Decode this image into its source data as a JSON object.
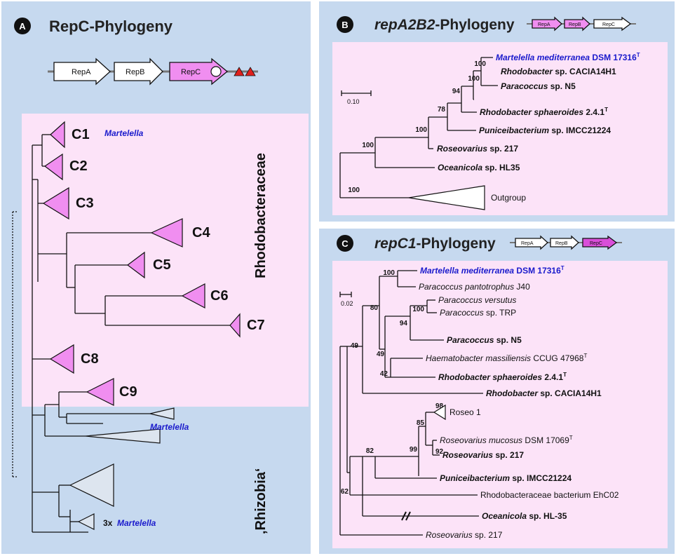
{
  "panelA": {
    "letter": "A",
    "title": "RepC-Phylogeny",
    "genes": [
      "RepA",
      "RepB",
      "RepC"
    ],
    "clades": [
      "C1",
      "C2",
      "C3",
      "C4",
      "C5",
      "C6",
      "C7",
      "C8",
      "C9"
    ],
    "group_label": "Rhodobacteraceae",
    "rhizobia_label": "‚Rhizobia‘",
    "martelella": "Martelella",
    "martelella_3x_prefix": "3x",
    "colors": {
      "pink_clade": "#f08ef0",
      "pink_bg": "#fce3f8",
      "blue_bg": "#c6d9ef",
      "label_blue": "#1a1acc"
    }
  },
  "panelB": {
    "letter": "B",
    "title_italic": "repA2B2",
    "title_rest": "-Phylogeny",
    "genes": [
      "RepA",
      "RepB",
      "RepC"
    ],
    "scale": "0.10",
    "taxa": [
      {
        "genus": "Martelella mediterranea",
        "rest": " DSM 17316",
        "sup": "T",
        "blue": true
      },
      {
        "genus": "Rhodobacter",
        "rest": " sp. CACIA14H1",
        "sup": ""
      },
      {
        "genus": "Paracoccus",
        "rest": " sp. N5",
        "sup": ""
      },
      {
        "genus": "Rhodobacter sphaeroides",
        "rest": " 2.4.1",
        "sup": "T"
      },
      {
        "genus": "Puniceibacterium",
        "rest": " sp. IMCC21224",
        "sup": ""
      },
      {
        "genus": "Roseovarius",
        "rest": " sp. 217",
        "sup": ""
      },
      {
        "genus": "Oceanicola",
        "rest": " sp. HL35",
        "sup": ""
      },
      {
        "genus": "",
        "rest": "Outgroup",
        "sup": ""
      }
    ],
    "bootstraps": [
      "100",
      "100",
      "94",
      "78",
      "100",
      "100",
      "100"
    ]
  },
  "panelC": {
    "letter": "C",
    "title_italic": "repC1",
    "title_rest": "-Phylogeny",
    "genes": [
      "RepA",
      "RepB",
      "RepC"
    ],
    "scale": "0.02",
    "taxa": [
      {
        "genus": "Martelella mediterranea",
        "rest": " DSM 17316",
        "sup": "T",
        "style": "bold-blue"
      },
      {
        "genus": "Paracoccus pantotrophus",
        "rest": " J40",
        "sup": "",
        "style": "normal"
      },
      {
        "genus": "Paracoccus versutus",
        "rest": "",
        "sup": "",
        "style": "normal"
      },
      {
        "genus": "Paracoccus",
        "rest": " sp. TRP",
        "sup": "",
        "style": "normal"
      },
      {
        "genus": "Paracoccus",
        "rest": " sp. N5",
        "sup": "",
        "style": "bold"
      },
      {
        "genus": "Haematobacter massiliensis",
        "rest": " CCUG 47968",
        "sup": "T",
        "style": "normal"
      },
      {
        "genus": "Rhodobacter sphaeroides",
        "rest": " 2.4.1",
        "sup": "T",
        "style": "bold"
      },
      {
        "genus": "Rhodobacter",
        "rest": " sp. CACIA14H1",
        "sup": "",
        "style": "bold"
      },
      {
        "genus": "",
        "rest": "Roseo 1",
        "sup": "",
        "style": "normal"
      },
      {
        "genus": "Roseovarius mucosus",
        "rest": " DSM 17069",
        "sup": "T",
        "style": "normal"
      },
      {
        "genus": "Roseovarius",
        "rest": " sp. 217",
        "sup": "",
        "style": "bold"
      },
      {
        "genus": "Puniceibacterium",
        "rest": " sp. IMCC21224",
        "sup": "",
        "style": "bold"
      },
      {
        "genus": "",
        "rest": "Rhodobacteraceae bacterium EhC02",
        "sup": "",
        "style": "normal"
      },
      {
        "genus": "Oceanicola",
        "rest": " sp. HL-35",
        "sup": "",
        "style": "bold"
      },
      {
        "genus": "Roseovarius",
        "rest": " sp. 217",
        "sup": "",
        "style": "normal"
      }
    ],
    "bootstraps": [
      "100",
      "80",
      "100",
      "94",
      "49",
      "49",
      "42",
      "98",
      "85",
      "92",
      "99",
      "82",
      "62"
    ]
  }
}
